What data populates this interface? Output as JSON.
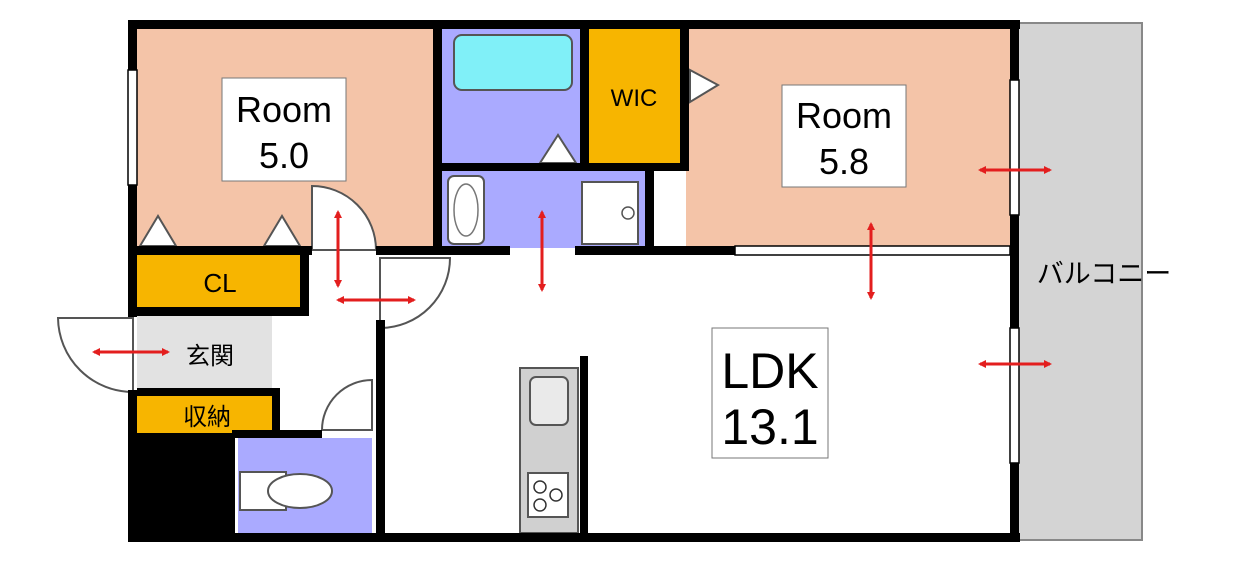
{
  "rooms": {
    "western1": {
      "name": "Room",
      "size": "5.0"
    },
    "western2": {
      "name": "Room",
      "size": "5.8"
    },
    "ldk": {
      "name": "LDK",
      "size": "13.1"
    }
  },
  "labels": {
    "wic": "WIC",
    "closet": "CL",
    "entrance": "玄関",
    "storage": "収納",
    "balcony": "バルコニー"
  },
  "colors": {
    "room": "#F4C4A8",
    "wet_area": "#AAAAFF",
    "storage": "#F7B500",
    "bath": "#80F0F8",
    "balcony": "#D4D4D4",
    "arrow": "#E31E1E",
    "wall": "#000000"
  }
}
